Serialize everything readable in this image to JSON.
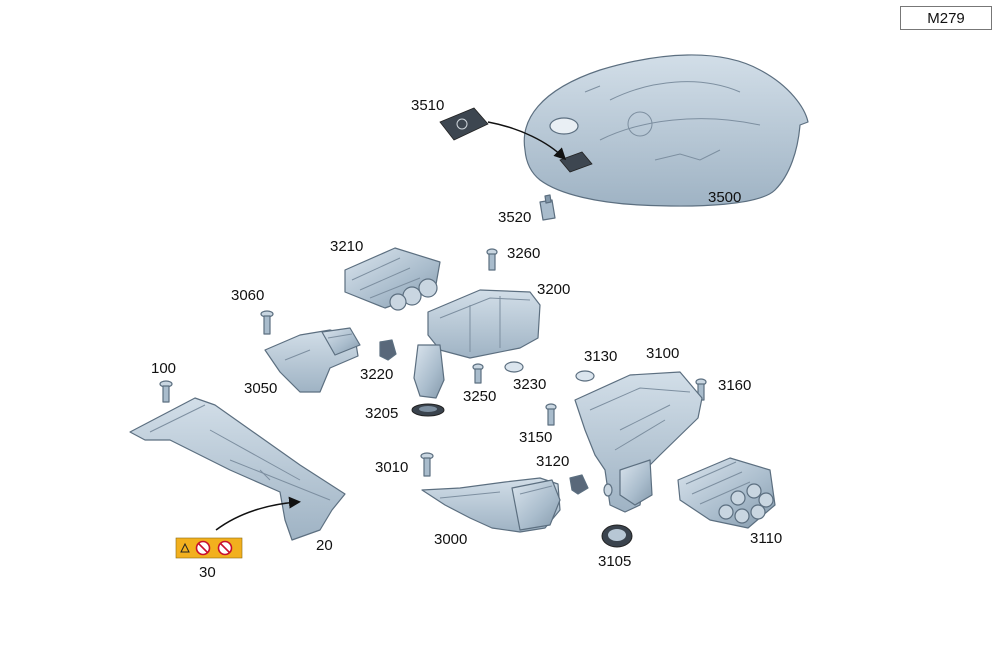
{
  "model_code": "M279",
  "colors": {
    "part_fill": "#b7c7d5",
    "part_shade": "#94a8b9",
    "part_light": "#d4e0ea",
    "warning_label": "#f2b01e"
  },
  "labels": [
    {
      "id": "3510",
      "text": "3510"
    },
    {
      "id": "3500",
      "text": "3500"
    },
    {
      "id": "3520",
      "text": "3520"
    },
    {
      "id": "3210",
      "text": "3210"
    },
    {
      "id": "3260",
      "text": "3260"
    },
    {
      "id": "3200",
      "text": "3200"
    },
    {
      "id": "3060",
      "text": "3060"
    },
    {
      "id": "3050",
      "text": "3050"
    },
    {
      "id": "3220",
      "text": "3220"
    },
    {
      "id": "3230",
      "text": "3230"
    },
    {
      "id": "3250",
      "text": "3250"
    },
    {
      "id": "3205",
      "text": "3205"
    },
    {
      "id": "100",
      "text": "100"
    },
    {
      "id": "3130",
      "text": "3130"
    },
    {
      "id": "3100",
      "text": "3100"
    },
    {
      "id": "3160",
      "text": "3160"
    },
    {
      "id": "3150",
      "text": "3150"
    },
    {
      "id": "3010",
      "text": "3010"
    },
    {
      "id": "3120",
      "text": "3120"
    },
    {
      "id": "3000",
      "text": "3000"
    },
    {
      "id": "3105",
      "text": "3105"
    },
    {
      "id": "3110",
      "text": "3110"
    },
    {
      "id": "20",
      "text": "20"
    },
    {
      "id": "30",
      "text": "30"
    }
  ]
}
